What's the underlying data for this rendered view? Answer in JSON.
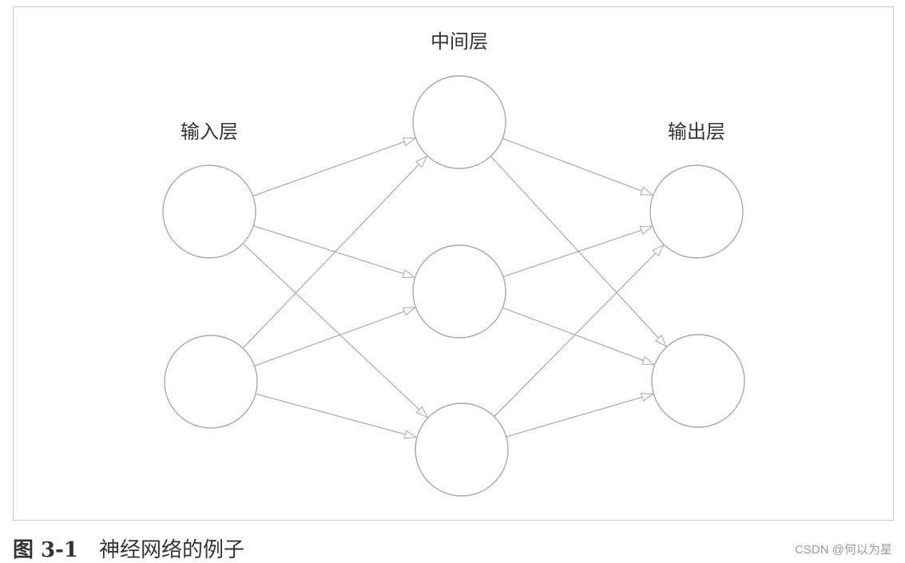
{
  "diagram": {
    "type": "neural-network",
    "layers": [
      {
        "id": "input",
        "label": "输入层",
        "node_count": 2
      },
      {
        "id": "hidden",
        "label": "中间层",
        "node_count": 3
      },
      {
        "id": "output",
        "label": "输出层",
        "node_count": 2
      }
    ],
    "connections": "fully-connected",
    "colors": {
      "stroke": "#a9a9a9",
      "border": "#c8c8c8",
      "label": "#333333"
    }
  },
  "caption": {
    "number": "图 3-1",
    "text": "神经网络的例子"
  },
  "watermark": "CSDN @何以为星"
}
